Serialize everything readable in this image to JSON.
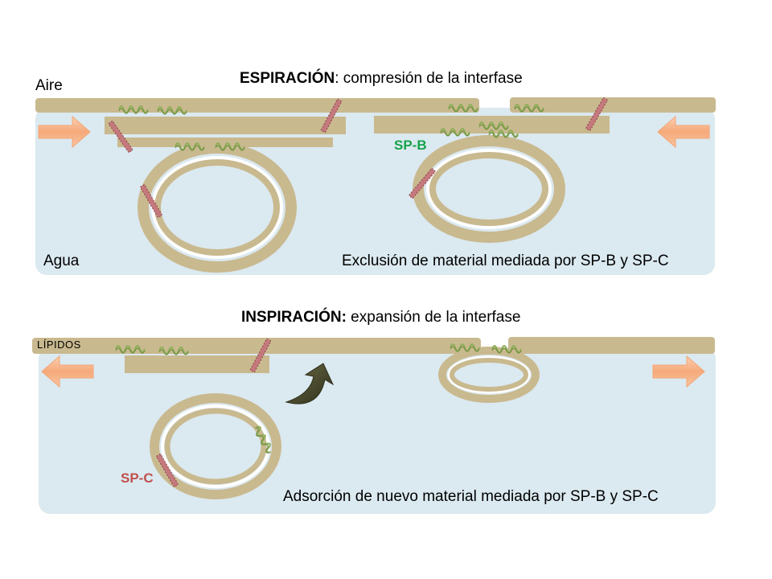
{
  "panel_top": {
    "title_bold": "ESPIRACIÓN",
    "title_rest": ": compresión de la interfase",
    "label_air": "Aire",
    "label_water": "Agua",
    "label_spb": "SP-B",
    "caption": "Exclusión de material mediada por SP-B y SP-C"
  },
  "panel_bottom": {
    "title_bold": "INSPIRACIÓN:",
    "title_rest": " expansión de la interfase",
    "label_lipids": "LÍPIDOS",
    "label_spc": "SP-C",
    "caption": "Adsorción de nuevo material mediada por SP-B y SP-C"
  },
  "colors": {
    "water": "#dbe9f0",
    "lipid": "#c9b98f",
    "protein_b": "#8fae5a",
    "protein_c": "#b5656a",
    "arrow": "#f6b386",
    "curved_arrow": "#4a4a2e"
  }
}
